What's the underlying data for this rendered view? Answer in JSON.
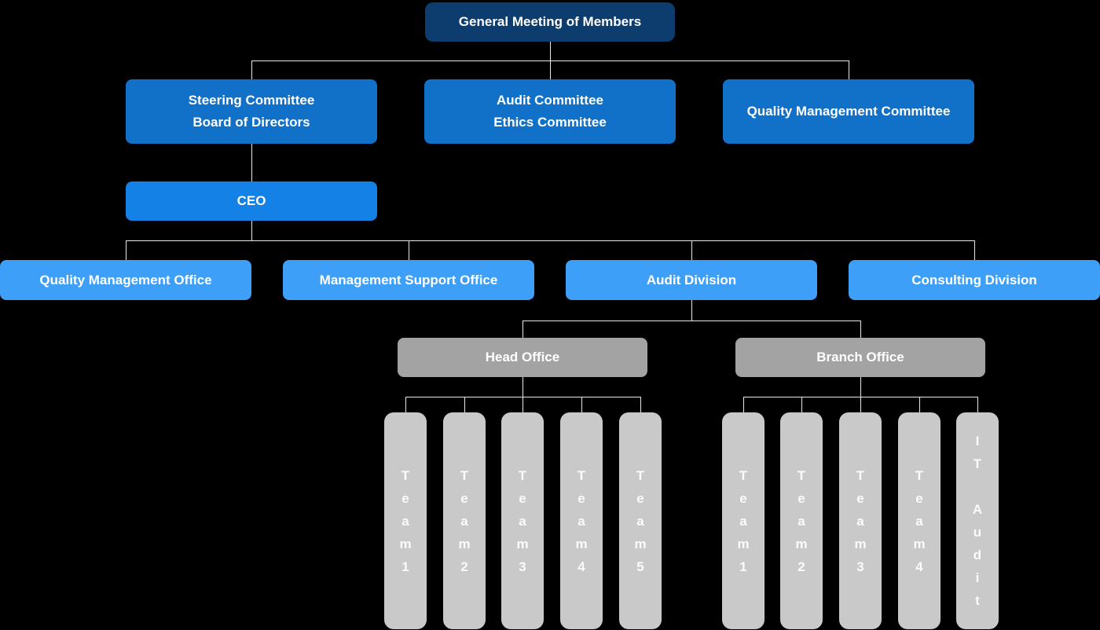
{
  "colors": {
    "background": "#000000",
    "node_level1": "#0d3d6e",
    "node_level2": "#1170c8",
    "node_ceo": "#1381e6",
    "node_level4": "#3e9ff8",
    "node_office": "#a3a3a3",
    "node_team": "#c9c9c9",
    "connector": "#e8e8e8",
    "text": "#ffffff"
  },
  "org": {
    "root": {
      "label": "General Meeting of Members"
    },
    "committees": [
      {
        "label": "Steering Committee\nBoard of Directors"
      },
      {
        "label": "Audit Committee\nEthics Committee"
      },
      {
        "label": "Quality Management Committee"
      }
    ],
    "ceo": {
      "label": "CEO"
    },
    "divisions": [
      {
        "label": "Quality Management Office"
      },
      {
        "label": "Management Support Office"
      },
      {
        "label": "Audit Division"
      },
      {
        "label": "Consulting Division"
      }
    ],
    "offices": [
      {
        "label": "Head Office",
        "teams": [
          "Team1",
          "Team2",
          "Team3",
          "Team4",
          "Team5"
        ]
      },
      {
        "label": "Branch Office",
        "teams": [
          "Team1",
          "Team2",
          "Team3",
          "Team4",
          "IT Audit"
        ]
      }
    ]
  }
}
